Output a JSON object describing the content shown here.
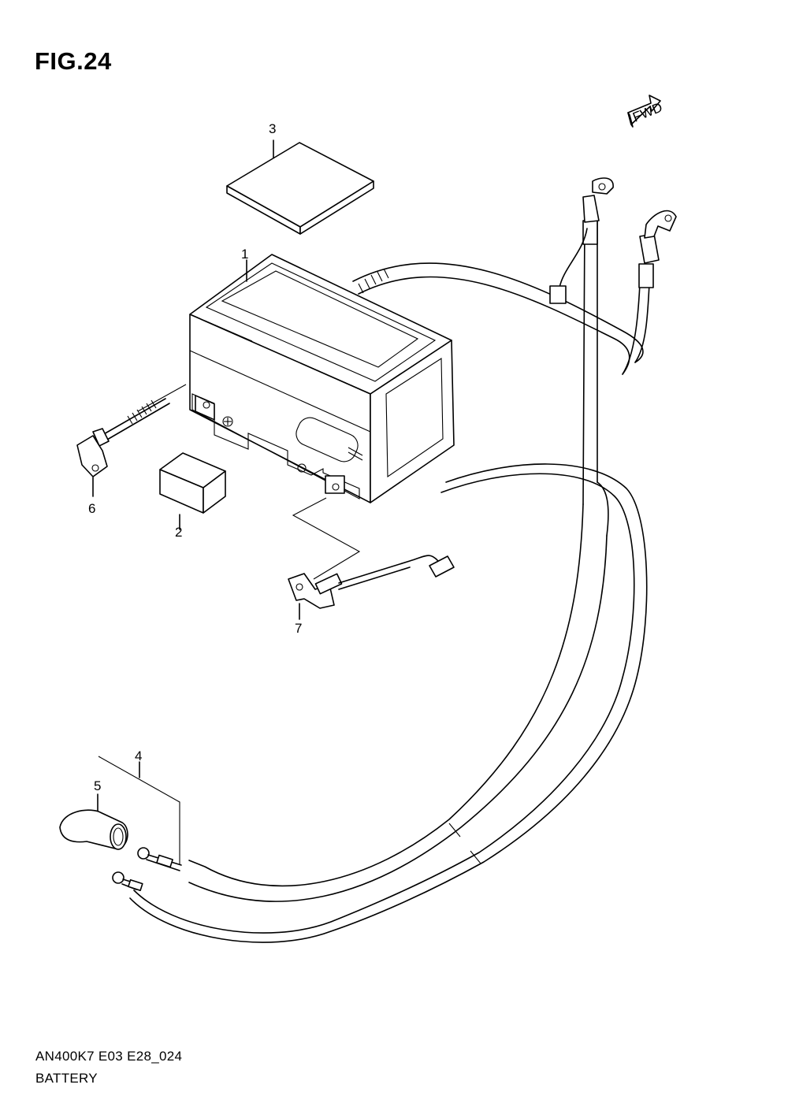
{
  "figure": {
    "title": "FIG.24",
    "fwd_label": "FWD"
  },
  "callouts": [
    {
      "id": "1",
      "label": "1"
    },
    {
      "id": "2",
      "label": "2"
    },
    {
      "id": "3",
      "label": "3"
    },
    {
      "id": "4",
      "label": "4"
    },
    {
      "id": "5",
      "label": "5"
    },
    {
      "id": "6",
      "label": "6"
    },
    {
      "id": "7",
      "label": "7"
    }
  ],
  "footer": {
    "code": "AN400K7 E03 E28_024",
    "name": "BATTERY"
  }
}
